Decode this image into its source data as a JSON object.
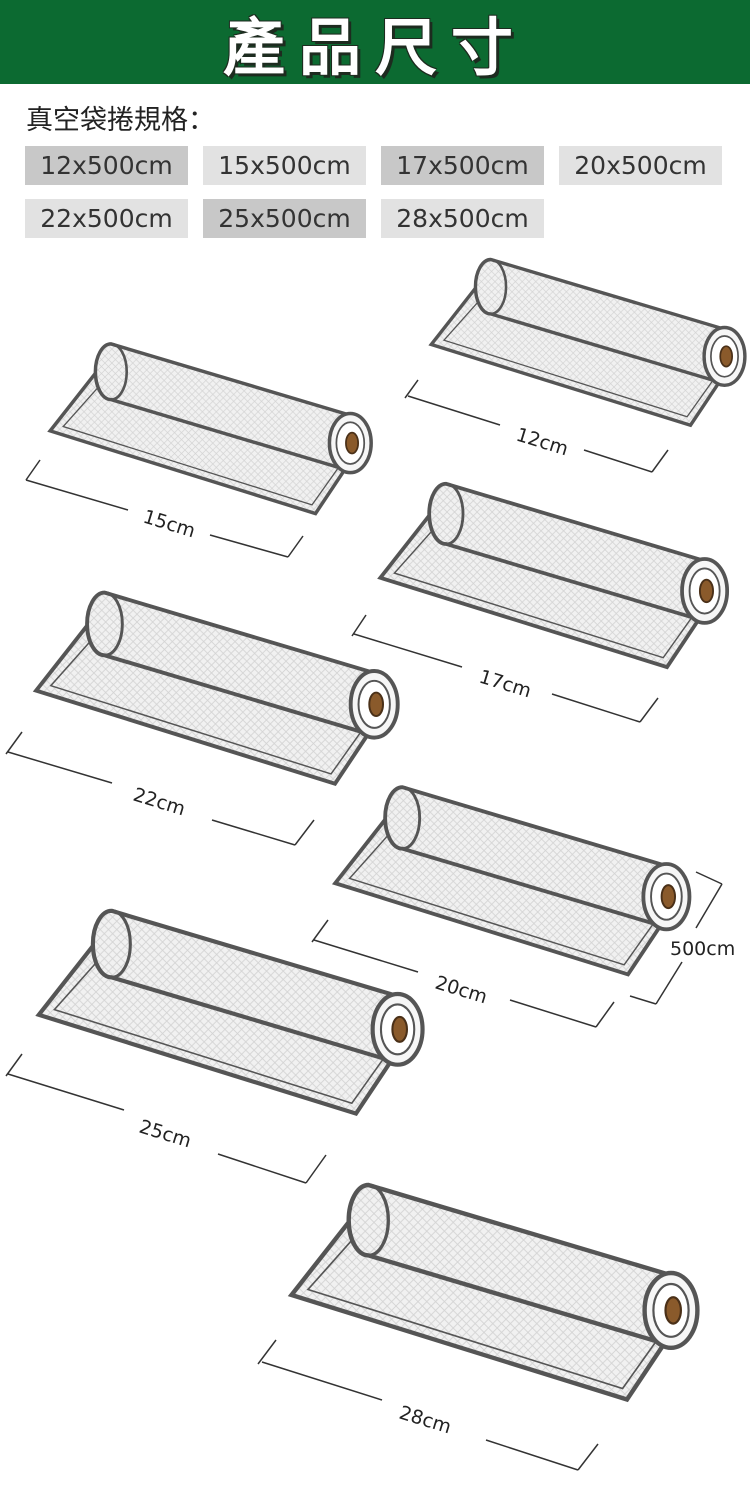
{
  "banner": {
    "title": "產品尺寸"
  },
  "specs": {
    "title": "真空袋捲規格：",
    "sizes": [
      "12x500cm",
      "15x500cm",
      "17x500cm",
      "20x500cm",
      "22x500cm",
      "25x500cm",
      "28x500cm"
    ]
  },
  "rolls": [
    {
      "width_label": "12cm"
    },
    {
      "width_label": "15cm"
    },
    {
      "width_label": "17cm"
    },
    {
      "width_label": "22cm"
    },
    {
      "width_label": "20cm"
    },
    {
      "width_label": "25cm"
    },
    {
      "width_label": "28cm"
    }
  ],
  "length_label": "500cm",
  "colors": {
    "banner": "#0c6a31",
    "chip_dark": "#c8c8c8",
    "chip_light": "#e2e2e2",
    "core": "#8a5a2b"
  }
}
